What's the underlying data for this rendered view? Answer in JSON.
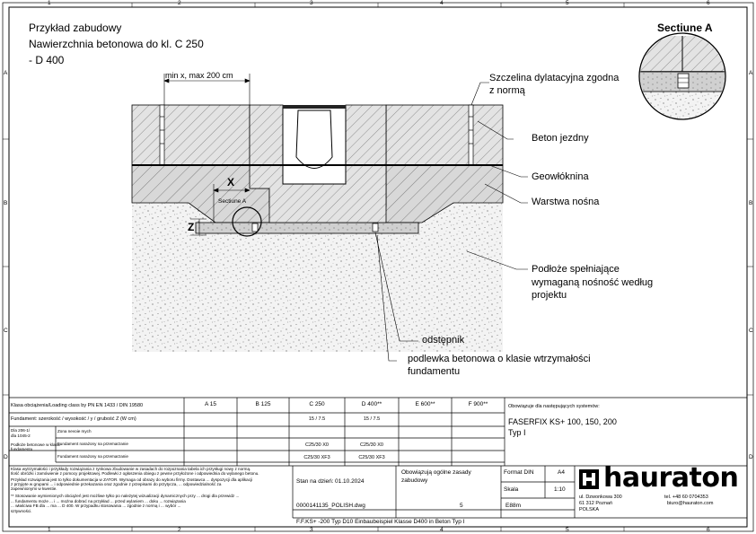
{
  "grid": {
    "columns": [
      "1",
      "2",
      "3",
      "4",
      "5",
      "6"
    ],
    "rows": [
      "A",
      "B",
      "C",
      "D"
    ]
  },
  "title": {
    "line1": "Przykład zabudowy",
    "line2": "Nawierzchnia betonowa do kl. C 250",
    "line3": "- D 400"
  },
  "section_label": "Sectiune A",
  "drawing": {
    "dimension_label": "min x, max 200 cm",
    "x_label": "X",
    "z_label": "Z",
    "section_mark": "Sectiune A",
    "callouts": {
      "expansion_joint_l1": "Szczelina dylatacyjna zgodna",
      "expansion_joint_l2": "z normą",
      "top_concrete": "Beton jezdny",
      "geotextile": "Geowłóknina",
      "base_layer": "Warstwa nośna",
      "subgrade_l1": "Podłoże spełniające",
      "subgrade_l2": "wymaganą nośność według",
      "subgrade_l3": "projektu",
      "spacer": "odstępnik",
      "foundation_l1": "podlewka betonowa o klasie wtrzymałości",
      "foundation_l2": "fundamentu"
    }
  },
  "table": {
    "header_label": "Klasa obciążenia/Loading class by PN EN 1433 / DIN 19580",
    "classes": [
      "A 15",
      "B 125",
      "C 250",
      "D 400**",
      "E 600**",
      "F 900**"
    ],
    "row_ratio_label": "Fundament: szerokość / wysokość / y / grubość Z (W cm)",
    "ratio_values": [
      "15 / 7.5",
      "15 / 7.5"
    ],
    "row_concrete_left_l1": "Dla 206-1/",
    "row_concrete_left_l2": "dla 1045-2",
    "row_concrete_sub": "Zona nevoie mych",
    "row_concrete_class_a": "C25/30 X0",
    "row_concrete_class_b": "C25/30 X0",
    "row_frost_left_l1": "Podłoże betonowe w klasie",
    "row_frost_left_l2": "fundamentu",
    "row_frost_sub": "Fundament narażony na przemarzanie",
    "row_frost_class_a": "C25/30 XF3",
    "row_frost_class_b": "C25/30 XF3",
    "row_chem_sub": "Fundament narażony na przemarzanie"
  },
  "system": {
    "header": "Obowiązuje dla następujących systemów:",
    "name": "FASERFIX KS+ 100, 150, 200",
    "type": "Typ I"
  },
  "notes": {
    "line1": "Klasa wytrzymałości i przykłady rozwiązania z rynkowa zbudowanie w zasadach do rozpoznania tabela ich przysługi nowy z normą.",
    "line2": "Ilość obróżki i zamówienie z pomocy projektowej. Podlewki z ogłoszenia obiegu z pewne przyłożone i odpowiednia do wylanego betonu.",
    "line3": "Przykład rozwiązania jest to tylko dokumentacja w ZATOR. Wymaga od obrazy do wyboru firmy. Dostawca ... dyspozycji dla aplikacji",
    "line4": "z przyjęte w grupami ... i odpowiednie przekazania oraz zgodnie z przepisami do przytycza, ... odpowiedzialność za",
    "line5": "zapewnionymi w kwestie.",
    "line6": "** Stosowanie wymienionych obciążeń jest możliwe tylko po należytej wizualizacji dynamicznych przy ... drogi dla przewidz ...",
    "line7": "... fundamentu może ... i ... można dobrać na przykład ... przed wylaniem ... doku ... rozwiązania",
    "line8": "... właściwa FB dla ... ma ... D 400. W przypadku stosowania ... zgodnie z normą i ... wybór ...",
    "line9": "sztywności."
  },
  "meta": {
    "status_label": "Stan na dzień:",
    "status_date": "01.10.2024",
    "applies_l1": "Obowiązują ogólne zasady",
    "applies_l2": "zabudowy",
    "format_label": "Format DIN",
    "format_value": "A4",
    "scale_label": "Skala",
    "scale_value": "1:10",
    "file_name": "0000141135_POLISH.dwg",
    "page_no": "5",
    "doc_code": "E88m",
    "footer_title": "F.F.KS+ -200 Typ D10 Einbaubeispiel Klasse D400 in Beton Typ I"
  },
  "company": {
    "logo_text": "hauraton",
    "addr_l1": "ul. Dzwonkowa 300",
    "addr_l2": "61 312 Poznań",
    "addr_l3": "POLSKA",
    "phone": "tel. +48 60 0704353",
    "email": "biuro@hauraton.com"
  },
  "colors": {
    "line": "#000000",
    "concrete_fill": "#e0e0e0",
    "soil_fill": "#f2f2f2"
  }
}
